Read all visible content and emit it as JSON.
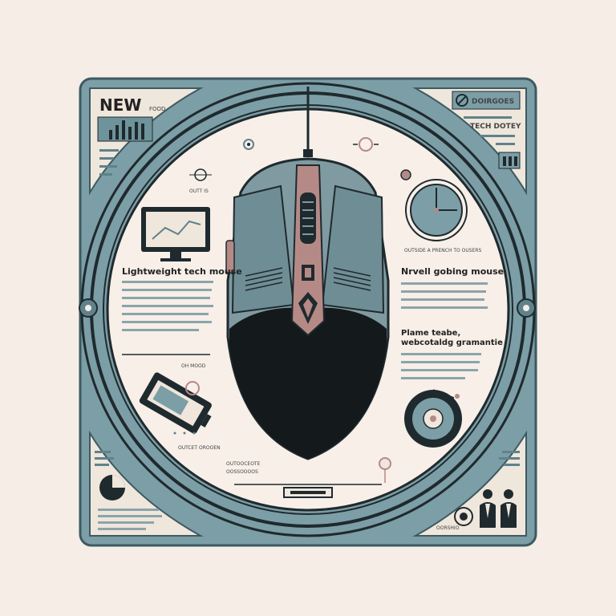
{
  "colors": {
    "background": "#f5ede6",
    "frame_teal": "#7c9ea6",
    "frame_teal_dark": "#5f828b",
    "outline_dark": "#1f2a2e",
    "panel_cream": "#efe6dc",
    "mouse_body": "#7f9aa1",
    "mouse_palm": "#14191c",
    "accent_rose": "#b58a86"
  },
  "top_left_panel": {
    "badge": "NEW",
    "badge_sub": "FOOD"
  },
  "top_right_panel": {
    "title": "DOIRGOES",
    "subtitle": "TECH DOTEY"
  },
  "left_column": {
    "heading": "Lightweight tech mouse",
    "caption_top": "OUTT IS",
    "caption_mid": "OH MOOD",
    "caption_bottom": "OUTCET OROOEN"
  },
  "right_column": {
    "caption_top": "OUTSIDE A PRENCH TO OUSERS",
    "heading": "Nrvell gobing mouse",
    "heading2_line1": "Plame teabe,",
    "heading2_line2": "webcotaldg gramantie"
  },
  "bottom_center": {
    "caption_line1": "OUTOOCEOTE",
    "caption_line2": "OOSSOOOOS"
  },
  "bottom_right_panel": {
    "caption": "OORSHIO"
  },
  "icons": [
    "monitor-chart-icon",
    "battery-icon",
    "gauge-icon",
    "dial-icon",
    "pie-chart-icon",
    "bar-chart-icon",
    "people-icon",
    "gear-icon"
  ]
}
